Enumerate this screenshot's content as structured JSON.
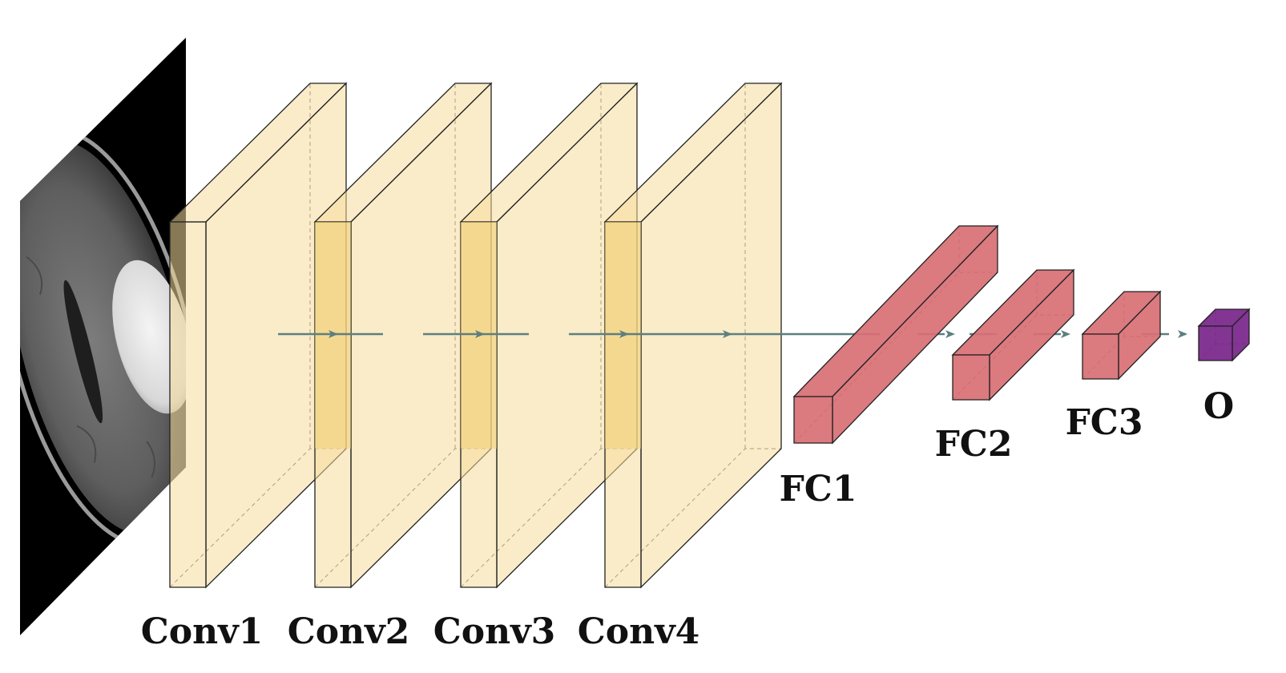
{
  "diagram": {
    "input": {
      "name": "mri-input-image"
    },
    "conv_layers": [
      {
        "label": "Conv1"
      },
      {
        "label": "Conv2"
      },
      {
        "label": "Conv3"
      },
      {
        "label": "Conv4"
      }
    ],
    "fc_layers": [
      {
        "label": "FC1"
      },
      {
        "label": "FC2"
      },
      {
        "label": "FC3"
      }
    ],
    "output": {
      "label": "O"
    },
    "colors": {
      "conv": "#f5dc9c",
      "conv_overlap": "#f2cf72",
      "fc": "#d86f74",
      "output": "#7b2a8c",
      "arrow": "#5c7f80"
    }
  }
}
